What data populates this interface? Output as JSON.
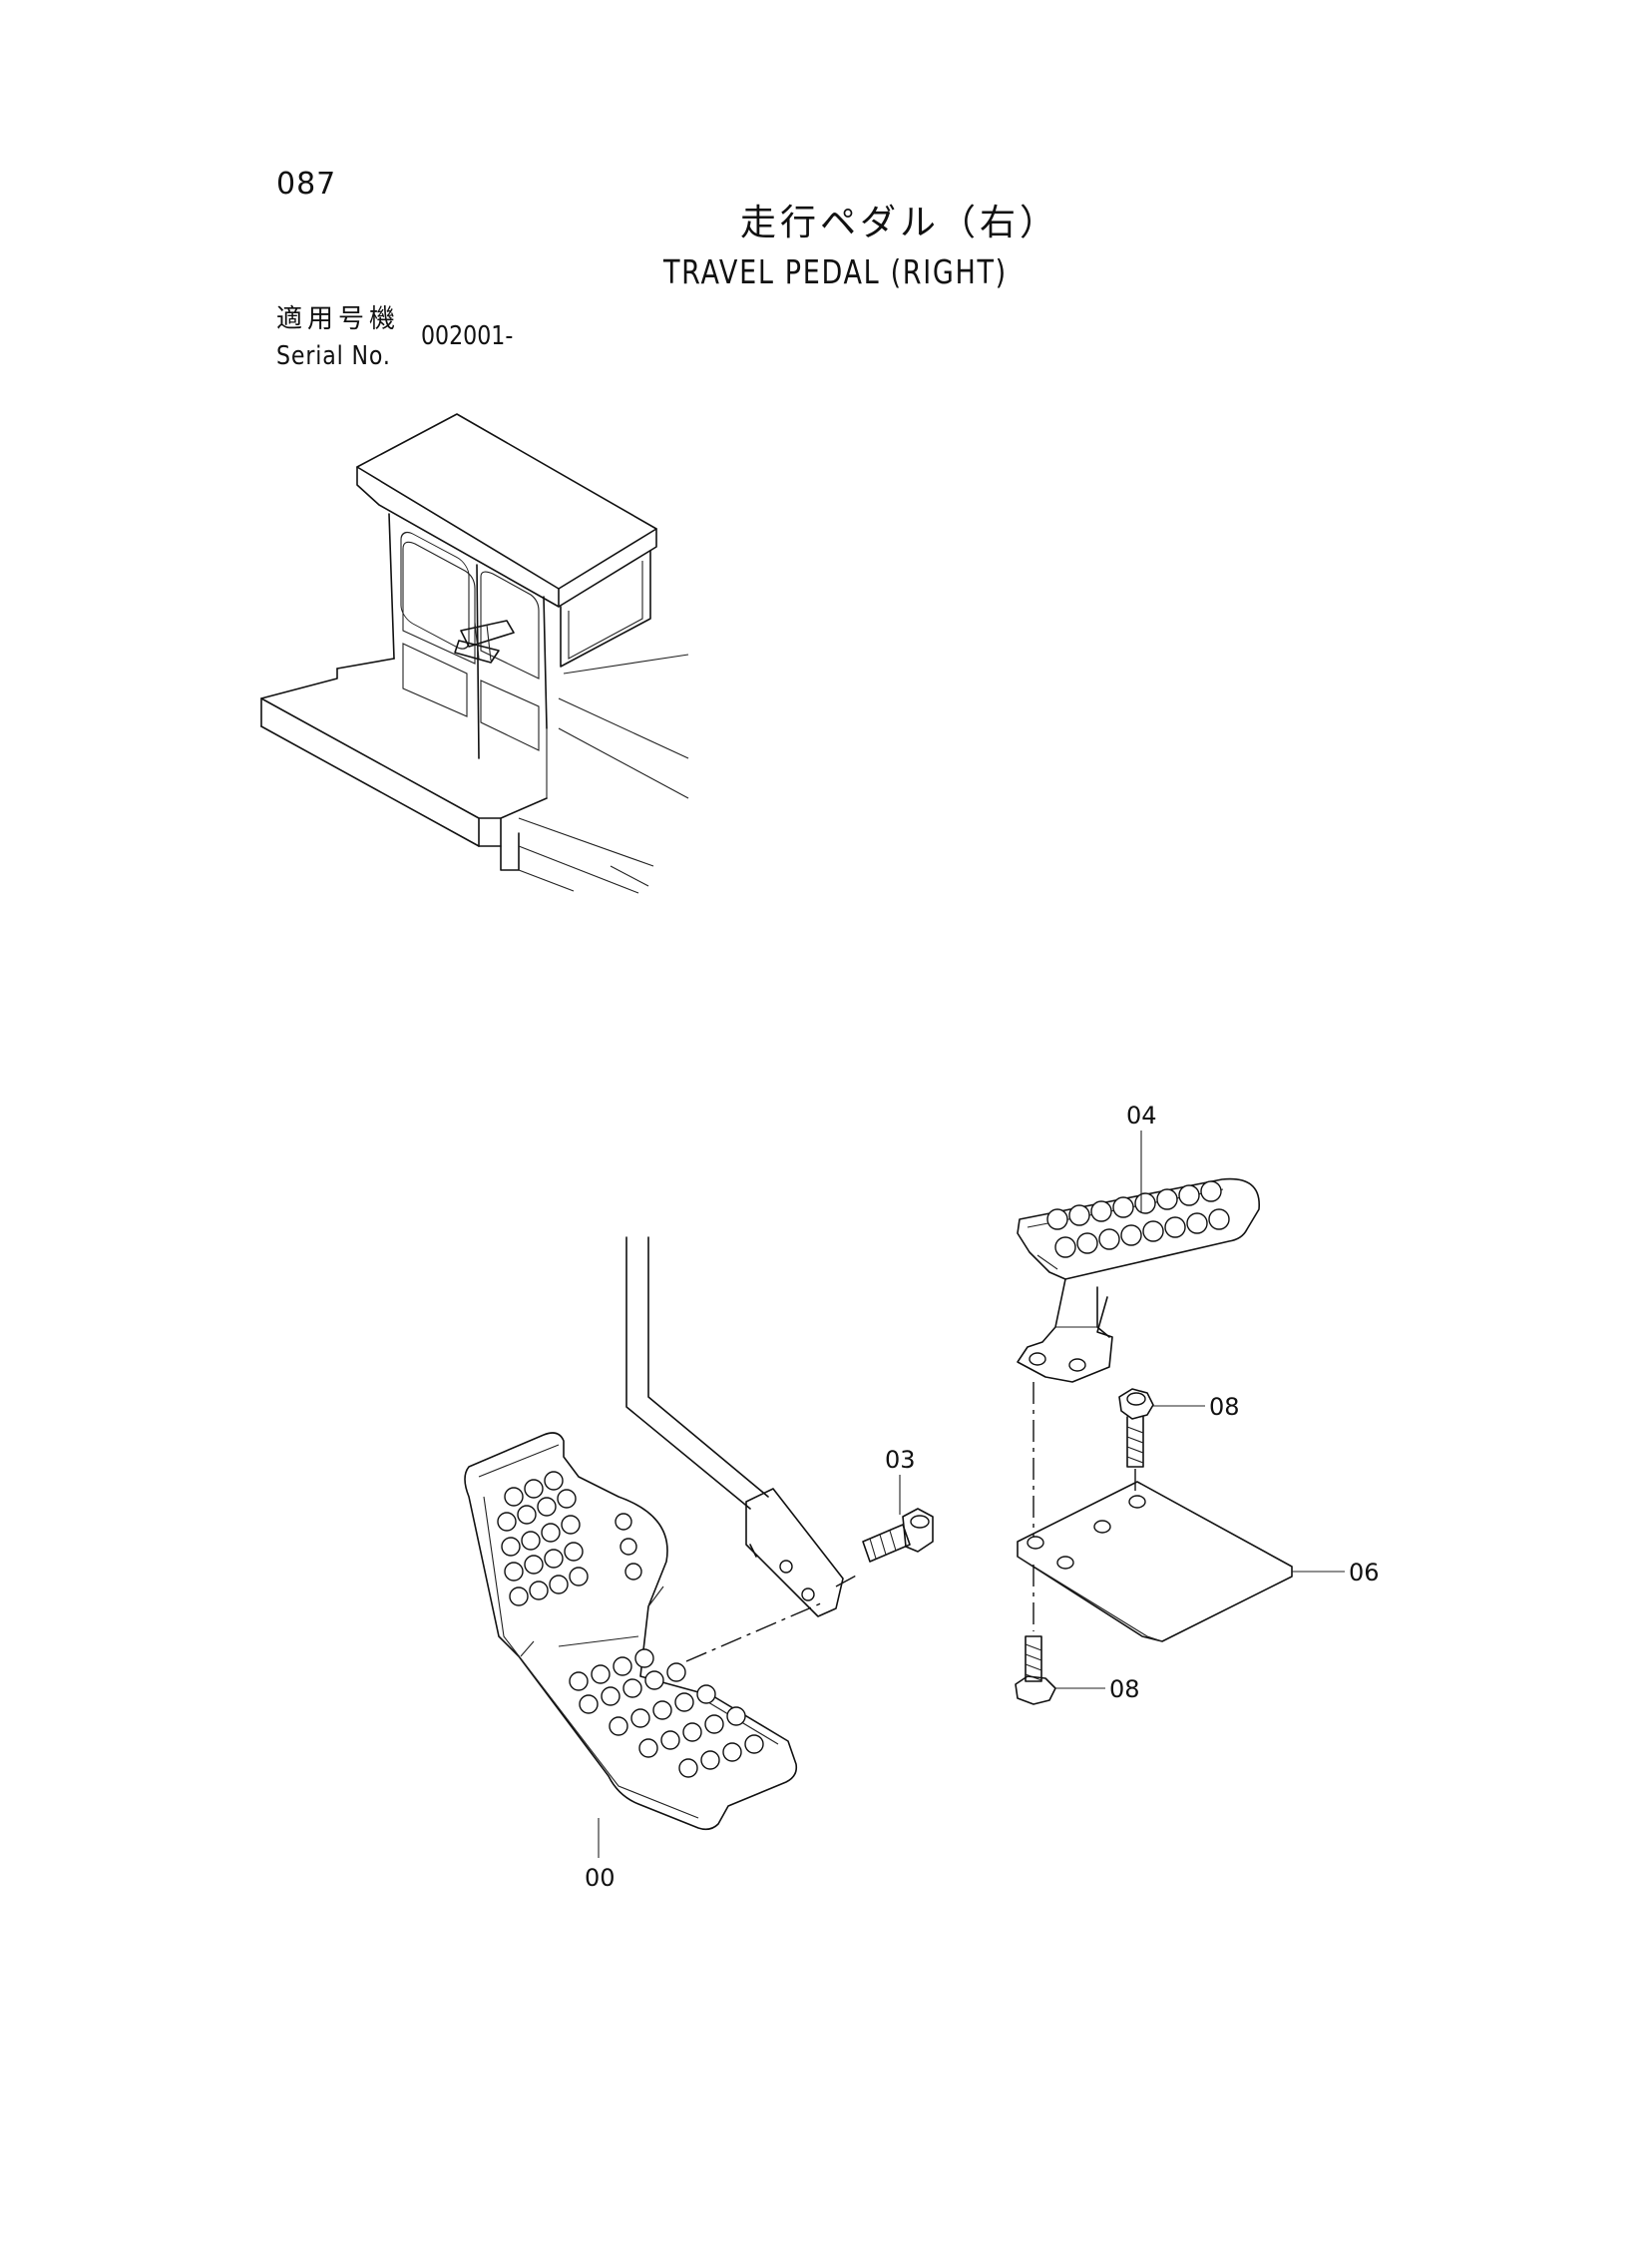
{
  "page_number": "087",
  "title_jp": "走行ペダル（右）",
  "title_en": "TRAVEL PEDAL (RIGHT)",
  "serial_label_jp": "適用号機",
  "serial_label_en": "Serial No.",
  "serial_value": "002001-",
  "callouts": {
    "pedal": "00",
    "bolt_03": "03",
    "pedal_04": "04",
    "bolt_08_top": "08",
    "plate_06": "06",
    "bolt_08_bottom": "08"
  }
}
